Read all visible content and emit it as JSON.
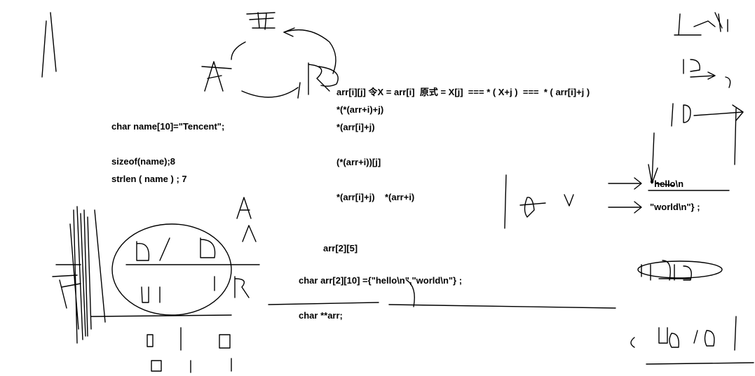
{
  "text_lines": {
    "char_name": "char name[10]=\"Tencent\";",
    "sizeof": "sizeof(name);8",
    "strlen": "strlen ( name ) ; 7",
    "arr_formula": "arr[i][j] 令X = arr[i]  原式 = X[j]  === * ( X+j )  ===  * ( arr[i]+j )",
    "deref1": "*(*(arr+i)+j)",
    "deref2": "*(arr[i]+j)",
    "deref3": "(*(arr+i))[j]",
    "deref4": "*(arr[i]+j)    *(arr+i)",
    "arr25": "arr[2][5]",
    "char_arr": "char arr[2][10] ={\"hello\\n\",\"world\\n\"} ;",
    "char_pp": "char **arr;",
    "hello": "\"hello\\n",
    "world": "\"world\\n\"} ;"
  }
}
